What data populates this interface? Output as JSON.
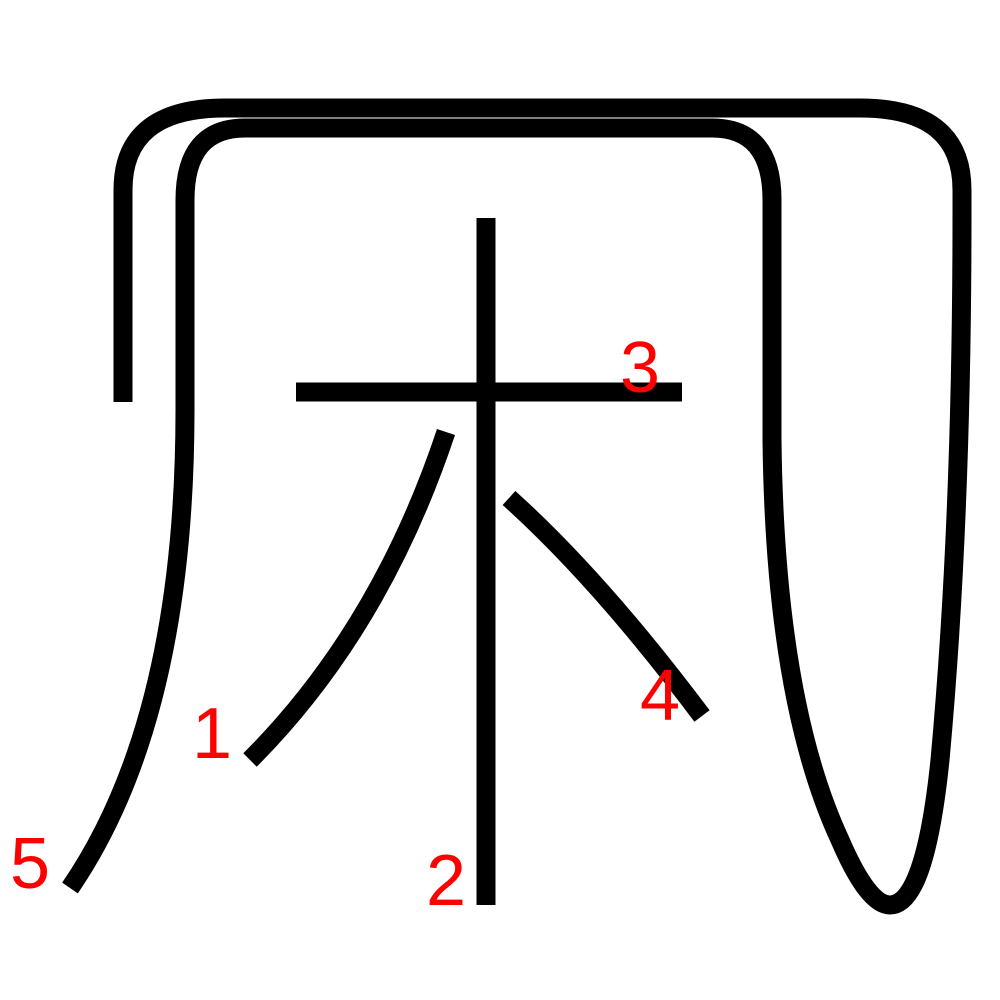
{
  "diagram": {
    "stroke_color": "#000000",
    "label_color": "#ff0000",
    "strokes": [
      {
        "id": "stroke-1",
        "order_label": "1"
      },
      {
        "id": "stroke-2",
        "order_label": "2"
      },
      {
        "id": "stroke-3",
        "order_label": "3"
      },
      {
        "id": "stroke-4",
        "order_label": "4"
      },
      {
        "id": "stroke-5",
        "order_label": "5"
      }
    ]
  }
}
